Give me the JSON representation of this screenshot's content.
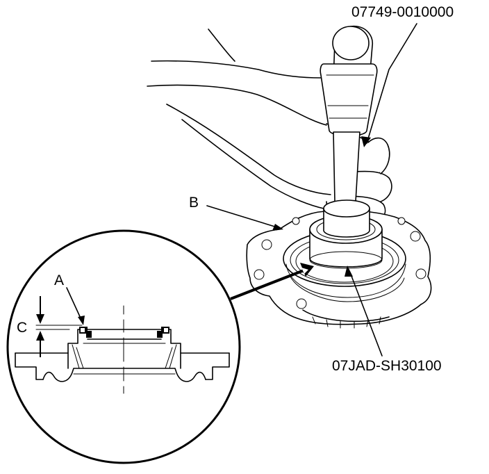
{
  "labels": {
    "tool_hammer": "07749-0010000",
    "tool_driver": "07JAD-SH30100",
    "housing": "B",
    "seal": "A",
    "depth": "C"
  }
}
